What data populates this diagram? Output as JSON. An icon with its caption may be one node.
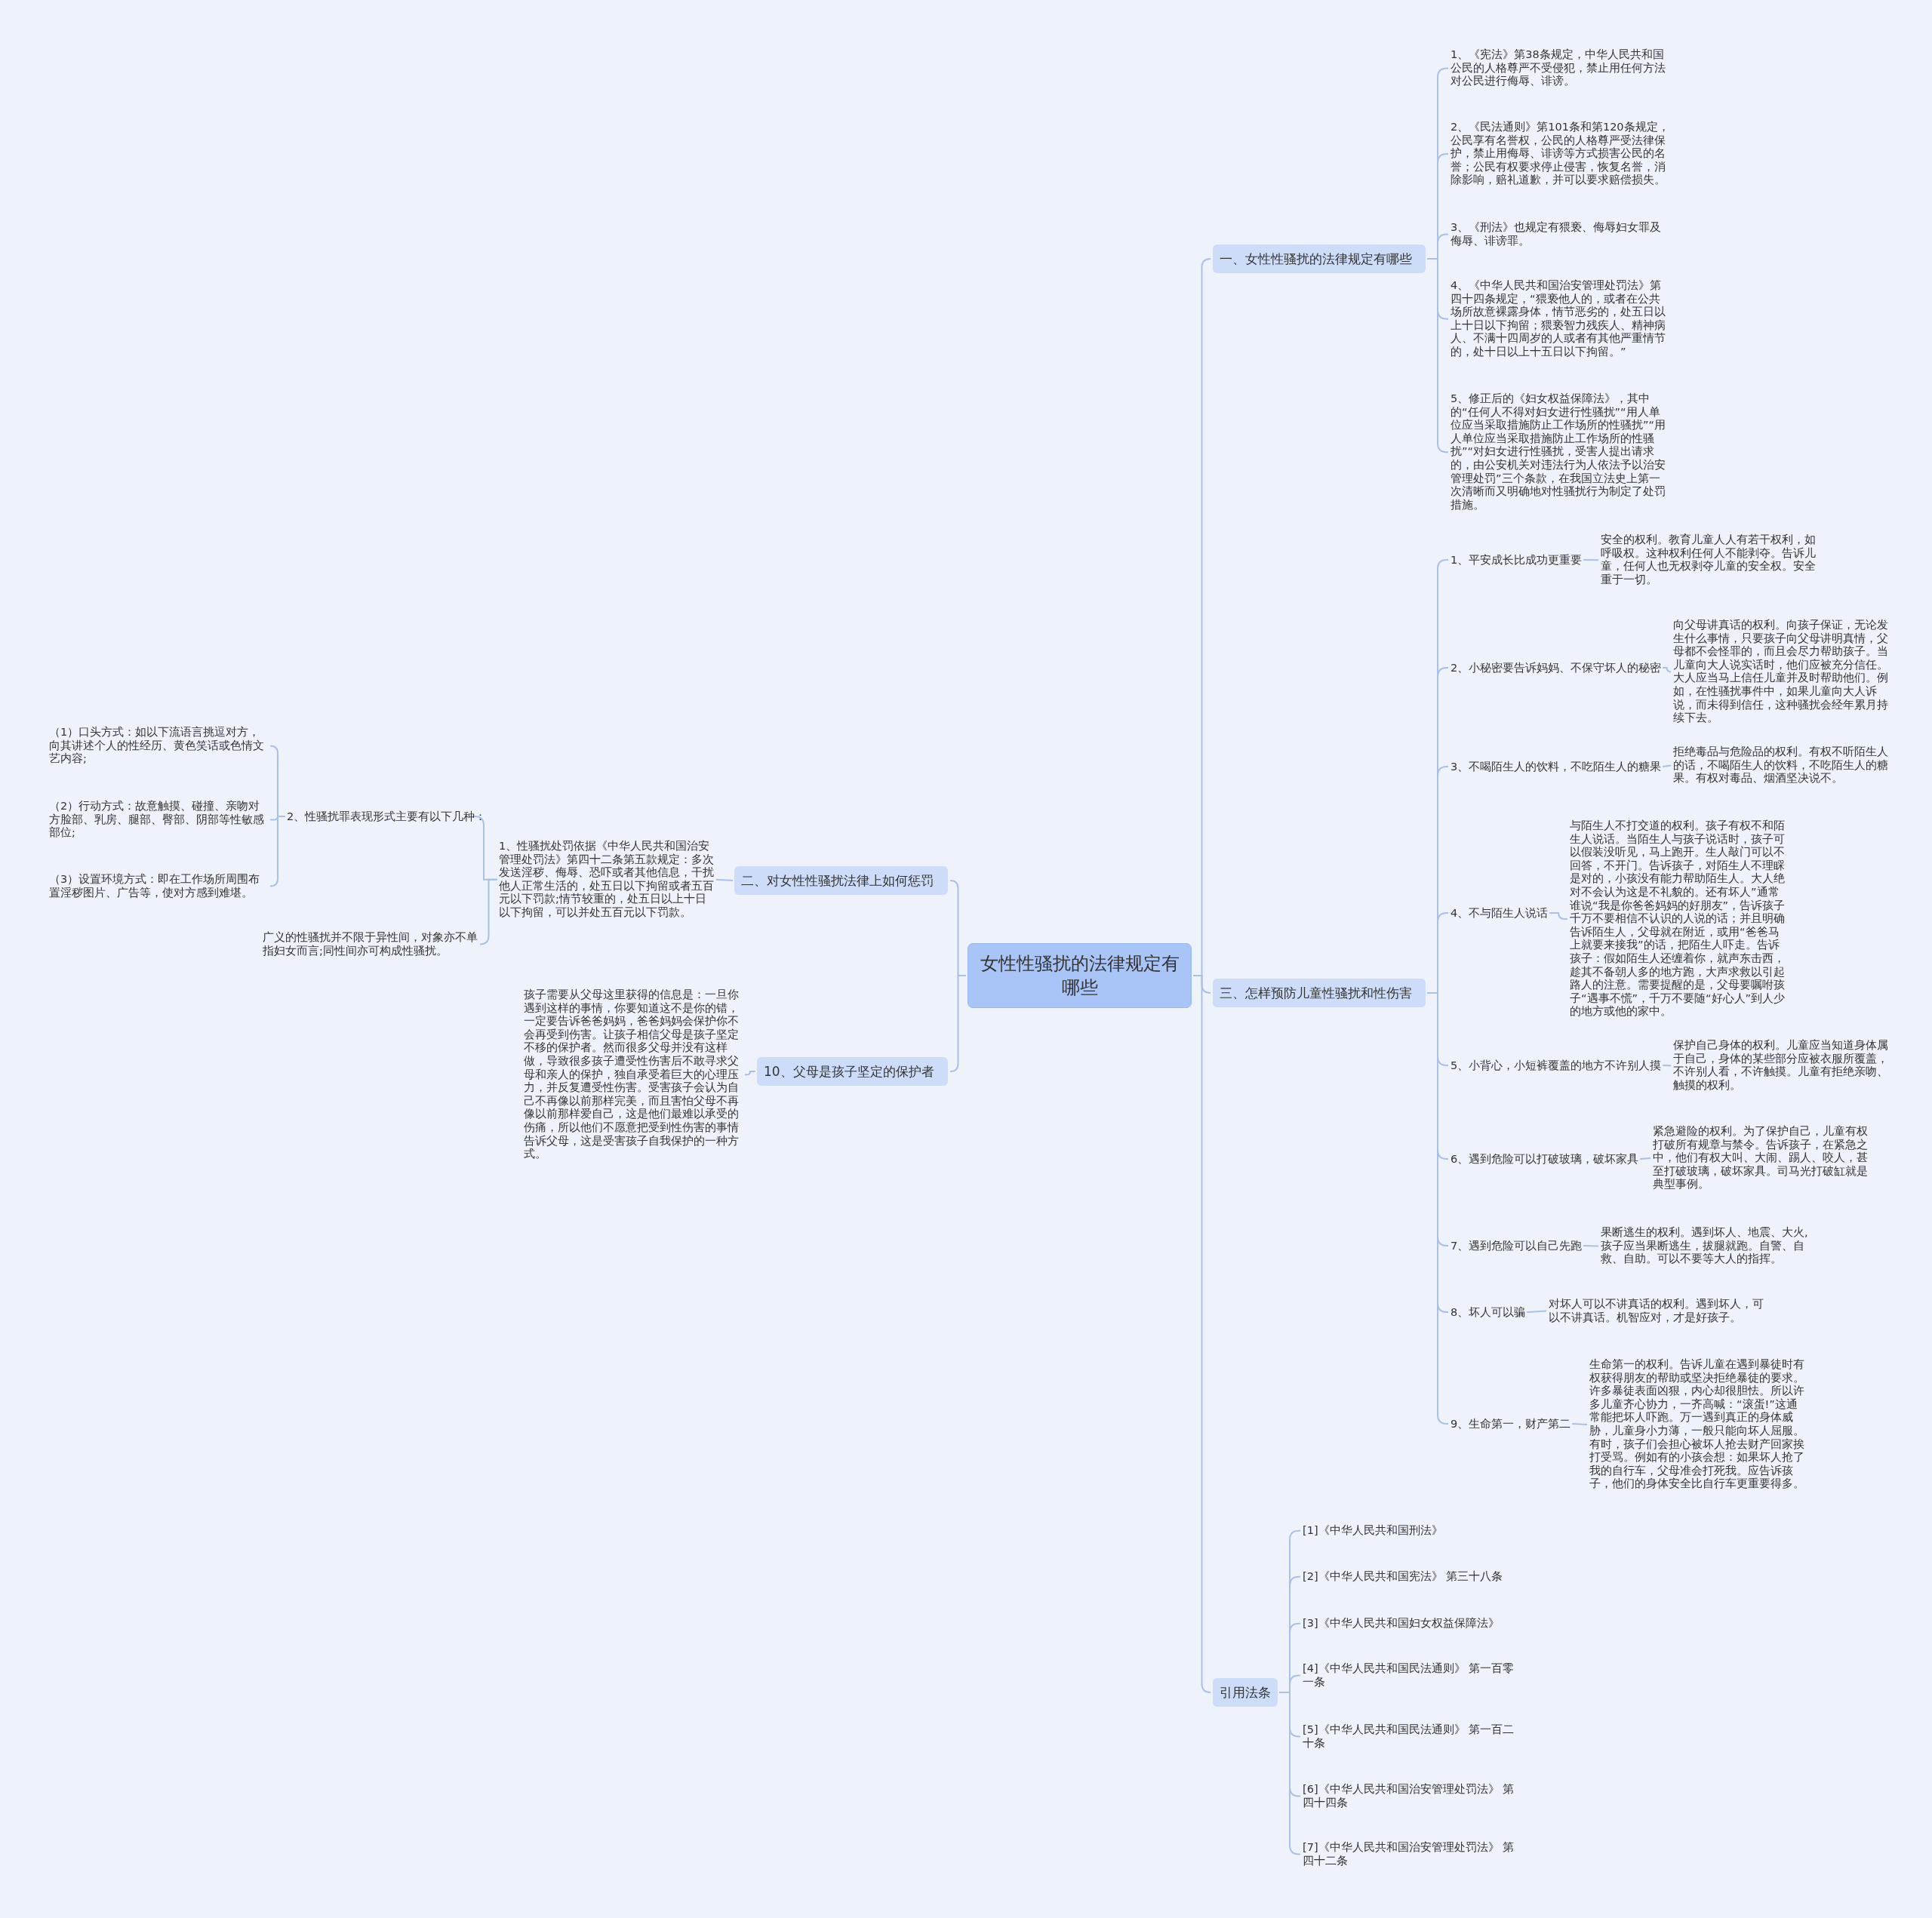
{
  "diagram": {
    "nodes": [
      {
        "text": [
          "女性性骚扰的法律规定有哪些"
        ]
      },
      {
        "text": [
          "一、女性性骚扰的法律规定有哪些"
        ]
      },
      {
        "text": [
          "1、《宪法》第38条规定，中华人民共和国公民的人格尊严不受侵犯，禁止用任何方法对公民进行侮辱、诽谤。"
        ]
      },
      {
        "text": [
          "2、《民法通则》第101条和第120条规定，公民享有名誉权，公民的人格尊严受法律保护，禁止用侮辱、诽谤等方式损害公民的名誉；公民有权要求停止侵害，恢复名誉，消除影响，赔礼道歉，并可以要求赔偿损失。"
        ]
      },
      {
        "text": [
          "3、《刑法》也规定有猥亵、侮辱妇女罪及侮辱、诽谤罪。"
        ]
      },
      {
        "text": [
          "4、《中华人民共和国治安管理处罚法》第四十四条规定，“猥亵他人的，或者在公共场所故意裸露身体，情节恶劣的，处五日以上十日以下拘留；猥亵智力残疾人、精神病人、不满十四周岁的人或者有其他严重情节的，处十日以上十五日以下拘留。”"
        ]
      },
      {
        "text": [
          "5、修正后的《妇女权益保障法》，其中的“任何人不得对妇女进行性骚扰”“用人单位应当采取措施防止工作场所的性骚扰”“用人单位应当采取措施防止工作场所的性骚扰”“对妇女进行性骚扰，受害人提出请求的，由公安机关对违法行为人依法予以治安管理处罚”三个条款，在我国立法史上第一次清晰而又明确地对性骚扰行为制定了处罚措施。"
        ]
      },
      {
        "text": [
          "二、对女性性骚扰法律上如何惩罚"
        ]
      },
      {
        "text": [
          "1、性骚扰处罚依据《中华人民共和国治安管理处罚法》第四十二条第五款规定：多次发送淫秽、侮辱、恐吓或者其他信息，干扰他人正常生活的，处五日以下拘留或者五百元以下罚款;情节较重的，处五日以上十日以下拘留，可以并处五百元以下罚款。"
        ]
      },
      {
        "text": [
          "2、性骚扰罪表现形式主要有以下几种："
        ]
      },
      {
        "text": [
          "（1）口头方式：如以下流语言挑逗对方，向其讲述个人的性经历、黄色笑话或色情文艺内容;"
        ]
      },
      {
        "text": [
          "（2）行动方式：故意触摸、碰撞、亲吻对方脸部、乳房、腿部、臀部、阴部等性敏感部位;"
        ]
      },
      {
        "text": [
          "（3）设置环境方式：即在工作场所周围布置淫秽图片、广告等，使对方感到难堪。"
        ]
      },
      {
        "text": [
          "广义的性骚扰并不限于异性间，对象亦不单指妇女而言;同性间亦可构成性骚扰。"
        ]
      },
      {
        "text": [
          "10、父母是孩子坚定的保护者"
        ]
      },
      {
        "text": [
          "孩子需要从父母这里获得的信息是：一旦你遇到这样的事情，你要知道这不是你的错，一定要告诉爸爸妈妈，爸爸妈妈会保护你不会再受到伤害。让孩子相信父母是孩子坚定不移的保护者。然而很多父母并没有这样做，导致很多孩子遭受性伤害后不敢寻求父母和亲人的保护，独自承受着巨大的心理压力，并反复遭受性伤害。受害孩子会认为自己不再像以前那样完美，而且害怕父母不再像以前那样爱自己，这是他们最难以承受的伤痛，所以他们不愿意把受到性伤害的事情告诉父母，这是受害孩子自我保护的一种方式。"
        ]
      },
      {
        "text": [
          "三、怎样预防儿童性骚扰和性伤害"
        ]
      },
      {
        "text": [
          "1、平安成长比成功更重要"
        ]
      },
      {
        "text": [
          "安全的权利。教育儿童人人有若干权利，如呼吸权。这种权利任何人不能剥夺。告诉儿童，任何人也无权剥夺儿童的安全权。安全重于一切。"
        ]
      },
      {
        "text": [
          "2、小秘密要告诉妈妈、不保守坏人的秘密"
        ]
      },
      {
        "text": [
          "向父母讲真话的权利。向孩子保证，无论发生什么事情，只要孩子向父母讲明真情，父母都不会怪罪的，而且会尽力帮助孩子。当儿童向大人说实话时，他们应被充分信任。大人应当马上信任儿童并及时帮助他们。例如，在性骚扰事件中，如果儿童向大人诉说，而未得到信任，这种骚扰会经年累月持续下去。"
        ]
      },
      {
        "text": [
          "3、不喝陌生人的饮料，不吃陌生人的糖果"
        ]
      },
      {
        "text": [
          "拒绝毒品与危险品的权利。有权不听陌生人的话，不喝陌生人的饮料，不吃陌生人的糖果。有权对毒品、烟酒坚决说不。"
        ]
      },
      {
        "text": [
          "4、不与陌生人说话"
        ]
      },
      {
        "text": [
          "与陌生人不打交道的权利。孩子有权不和陌生人说话。当陌生人与孩子说话时，孩子可以假装没听见，马上跑开。生人敲门可以不回答，不开门。告诉孩子，对陌生人不理睬是对的，小孩没有能力帮助陌生人。大人绝对不会认为这是不礼貌的。还有坏人”通常谁说“我是你爸爸妈妈的好朋友”，告诉孩子千万不要相信不认识的人说的话；并且明确告诉陌生人，父母就在附近，或用“爸爸马上就要来接我”的话，把陌生人吓走。告诉孩子：假如陌生人还缠着你，就声东击西，趁其不备朝人多的地方跑，大声求救以引起路人的注意。需要提醒的是，父母要嘱咐孩子“遇事不慌”，千万不要随“好心人”到人少的地方或他的家中。"
        ]
      },
      {
        "text": [
          "5、小背心，小短裤覆盖的地方不许别人摸"
        ]
      },
      {
        "text": [
          "保护自己身体的权利。儿童应当知道身体属于自己，身体的某些部分应被衣服所覆盖，不许别人看，不许触摸。儿童有拒绝亲吻、触摸的权利。"
        ]
      },
      {
        "text": [
          "6、遇到危险可以打破玻璃，破坏家具"
        ]
      },
      {
        "text": [
          "紧急避险的权利。为了保护自己，儿童有权打破所有规章与禁令。告诉孩子，在紧急之中，他们有权大叫、大闹、踢人、咬人，甚至打破玻璃，破坏家具。司马光打破缸就是典型事例。"
        ]
      },
      {
        "text": [
          "7、遇到危险可以自己先跑"
        ]
      },
      {
        "text": [
          "果断逃生的权利。遇到坏人、地震、大火,孩子应当果断逃生，拔腿就跑。自警、自救、自助。可以不要等大人的指挥。"
        ]
      },
      {
        "text": [
          "8、坏人可以骗"
        ]
      },
      {
        "text": [
          "对坏人可以不讲真话的权利。遇到坏人，可以不讲真话。机智应对，才是好孩子。"
        ]
      },
      {
        "text": [
          "9、生命第一，财产第二"
        ]
      },
      {
        "text": [
          "生命第一的权利。告诉儿童在遇到暴徒时有权获得朋友的帮助或坚决拒绝暴徒的要求。许多暴徒表面凶狠，内心却很胆怯。所以许多儿童齐心协力，一齐高喊：“滚蛋!”这通常能把坏人吓跑。万一遇到真正的身体威胁，儿童身小力薄，一般只能向坏人屈服。有时，孩子们会担心被坏人抢去财产回家挨打受骂。例如有的小孩会想：如果坏人抢了我的自行车，父母准会打死我。应告诉孩子，他们的身体安全比自行车更重要得多。"
        ]
      },
      {
        "text": [
          "引用法条"
        ]
      },
      {
        "text": [
          "[1]《中华人民共和国刑法》"
        ]
      },
      {
        "text": [
          "[2]《中华人民共和国宪法》 第三十八条"
        ]
      },
      {
        "text": [
          "[3]《中华人民共和国妇女权益保障法》"
        ]
      },
      {
        "text": [
          "[4]《中华人民共和国民法通则》 第一百零一条"
        ]
      },
      {
        "text": [
          "[5]《中华人民共和国民法通则》 第一百二十条"
        ]
      },
      {
        "text": [
          "[6]《中华人民共和国治安管理处罚法》 第四十四条"
        ]
      },
      {
        "text": [
          "[7]《中华人民共和国治安管理处罚法》 第四十二条"
        ]
      }
    ],
    "edges": [
      {
        "from": 0,
        "to": 1,
        "arrow": "none"
      },
      {
        "from": 1,
        "to": 2,
        "arrow": "none"
      },
      {
        "from": 1,
        "to": 3,
        "arrow": "none"
      },
      {
        "from": 1,
        "to": 4,
        "arrow": "none"
      },
      {
        "from": 1,
        "to": 5,
        "arrow": "none"
      },
      {
        "from": 1,
        "to": 6,
        "arrow": "none"
      },
      {
        "from": 0,
        "to": 7,
        "arrow": "none"
      },
      {
        "from": 7,
        "to": 8,
        "arrow": "none"
      },
      {
        "from": 8,
        "to": 9,
        "arrow": "none"
      },
      {
        "from": 9,
        "to": 10,
        "arrow": "none"
      },
      {
        "from": 9,
        "to": 11,
        "arrow": "none"
      },
      {
        "from": 9,
        "to": 12,
        "arrow": "none"
      },
      {
        "from": 8,
        "to": 13,
        "arrow": "none"
      },
      {
        "from": 0,
        "to": 14,
        "arrow": "none"
      },
      {
        "from": 14,
        "to": 15,
        "arrow": "none"
      },
      {
        "from": 0,
        "to": 16,
        "arrow": "none"
      },
      {
        "from": 16,
        "to": 17,
        "arrow": "none"
      },
      {
        "from": 17,
        "to": 18,
        "arrow": "none"
      },
      {
        "from": 16,
        "to": 19,
        "arrow": "none"
      },
      {
        "from": 19,
        "to": 20,
        "arrow": "none"
      },
      {
        "from": 16,
        "to": 21,
        "arrow": "none"
      },
      {
        "from": 21,
        "to": 22,
        "arrow": "none"
      },
      {
        "from": 16,
        "to": 23,
        "arrow": "none"
      },
      {
        "from": 23,
        "to": 24,
        "arrow": "none"
      },
      {
        "from": 16,
        "to": 25,
        "arrow": "none"
      },
      {
        "from": 25,
        "to": 26,
        "arrow": "none"
      },
      {
        "from": 16,
        "to": 27,
        "arrow": "none"
      },
      {
        "from": 27,
        "to": 28,
        "arrow": "none"
      },
      {
        "from": 16,
        "to": 29,
        "arrow": "none"
      },
      {
        "from": 29,
        "to": 30,
        "arrow": "none"
      },
      {
        "from": 16,
        "to": 31,
        "arrow": "none"
      },
      {
        "from": 31,
        "to": 32,
        "arrow": "none"
      },
      {
        "from": 16,
        "to": 33,
        "arrow": "none"
      },
      {
        "from": 33,
        "to": 34,
        "arrow": "none"
      },
      {
        "from": 0,
        "to": 35,
        "arrow": "none"
      },
      {
        "from": 35,
        "to": 36,
        "arrow": "none"
      },
      {
        "from": 35,
        "to": 37,
        "arrow": "none"
      },
      {
        "from": 35,
        "to": 38,
        "arrow": "none"
      },
      {
        "from": 35,
        "to": 39,
        "arrow": "none"
      },
      {
        "from": 35,
        "to": 40,
        "arrow": "none"
      },
      {
        "from": 35,
        "to": 41,
        "arrow": "none"
      },
      {
        "from": 35,
        "to": 42,
        "arrow": "none"
      }
    ]
  }
}
